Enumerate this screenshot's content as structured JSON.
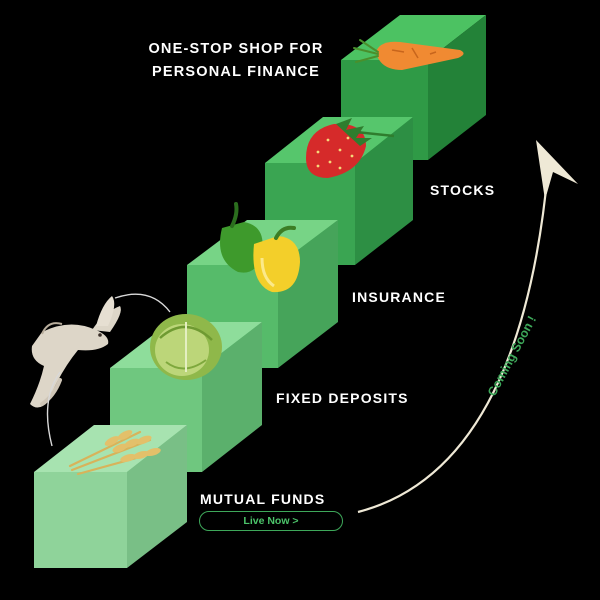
{
  "headline": {
    "line1": "ONE-STOP SHOP FOR",
    "line2": "PERSONAL FINANCE"
  },
  "steps": [
    {
      "label": "MUTUAL FUNDS",
      "item": "wheat"
    },
    {
      "label": "FIXED DEPOSITS",
      "item": "cabbage"
    },
    {
      "label": "INSURANCE",
      "item": "bell-peppers"
    },
    {
      "label": "STOCKS",
      "item": "strawberry"
    },
    {
      "label": "",
      "item": "carrot"
    }
  ],
  "cta": {
    "live_label": "Live Now >"
  },
  "annotation": {
    "coming_soon": "Coming Soon !"
  },
  "colors": {
    "background": "#000000",
    "step1": "#8fd39a",
    "step2": "#6fc77f",
    "step3": "#56bb6a",
    "step4": "#3aa552",
    "step5": "#2a8c3f",
    "accent": "#3ea85a",
    "arrow": "#efe9d6"
  }
}
